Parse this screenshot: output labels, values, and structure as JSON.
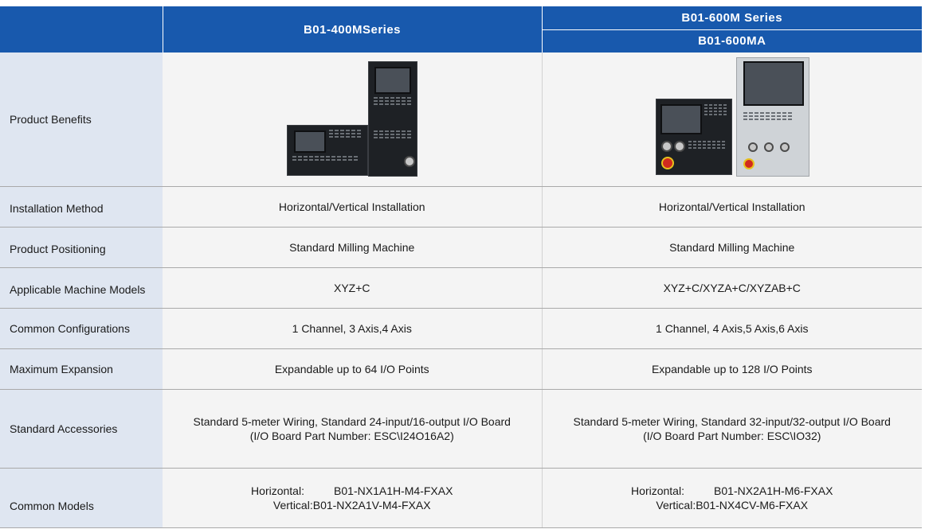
{
  "header": {
    "col1": "B01-400MSeries",
    "col2_top": "B01-600M Series",
    "col2_bottom": "B01-600MA"
  },
  "rows": [
    {
      "label": "Product Benefits"
    },
    {
      "label": "Installation Method",
      "v1": "Horizontal/Vertical Installation",
      "v2": "Horizontal/Vertical Installation"
    },
    {
      "label": "Product Positioning",
      "v1": "Standard Milling Machine",
      "v2": "Standard Milling Machine"
    },
    {
      "label": "Applicable Machine Models",
      "v1": "XYZ+C",
      "v2": "XYZ+C/XYZA+C/XYZAB+C"
    },
    {
      "label": "Common Configurations",
      "v1": "1 Channel, 3 Axis,4 Axis",
      "v2": "1 Channel, 4 Axis,5 Axis,6 Axis"
    },
    {
      "label": "Maximum Expansion",
      "v1": "Expandable up to 64 I/O Points",
      "v2": "Expandable up to 128 I/O Points"
    },
    {
      "label": "Standard Accessories",
      "v1a": "Standard 5-meter Wiring, Standard 24-input/16-output I/O Board",
      "v1b": "(I/O Board Part Number: ESC\\I24O16A2)",
      "v2a": "Standard 5-meter Wiring, Standard 32-input/32-output I/O Board",
      "v2b": "(I/O Board Part Number: ESC\\IO32)"
    },
    {
      "label": "Common Models",
      "v1h_k": "Horizontal:",
      "v1h_v": "B01-NX1A1H-M4-FXAX",
      "v1v_k": "Vertical:",
      "v1v_v": "B01-NX2A1V-M4-FXAX",
      "v2h_k": "Horizontal:",
      "v2h_v": "B01-NX2A1H-M6-FXAX",
      "v2v_k": "Vertical:",
      "v2v_v": "B01-NX4CV-M6-FXAX"
    }
  ],
  "images": {
    "col1": "cnc-controller-400m-image",
    "col2": "cnc-controller-600m-image"
  }
}
